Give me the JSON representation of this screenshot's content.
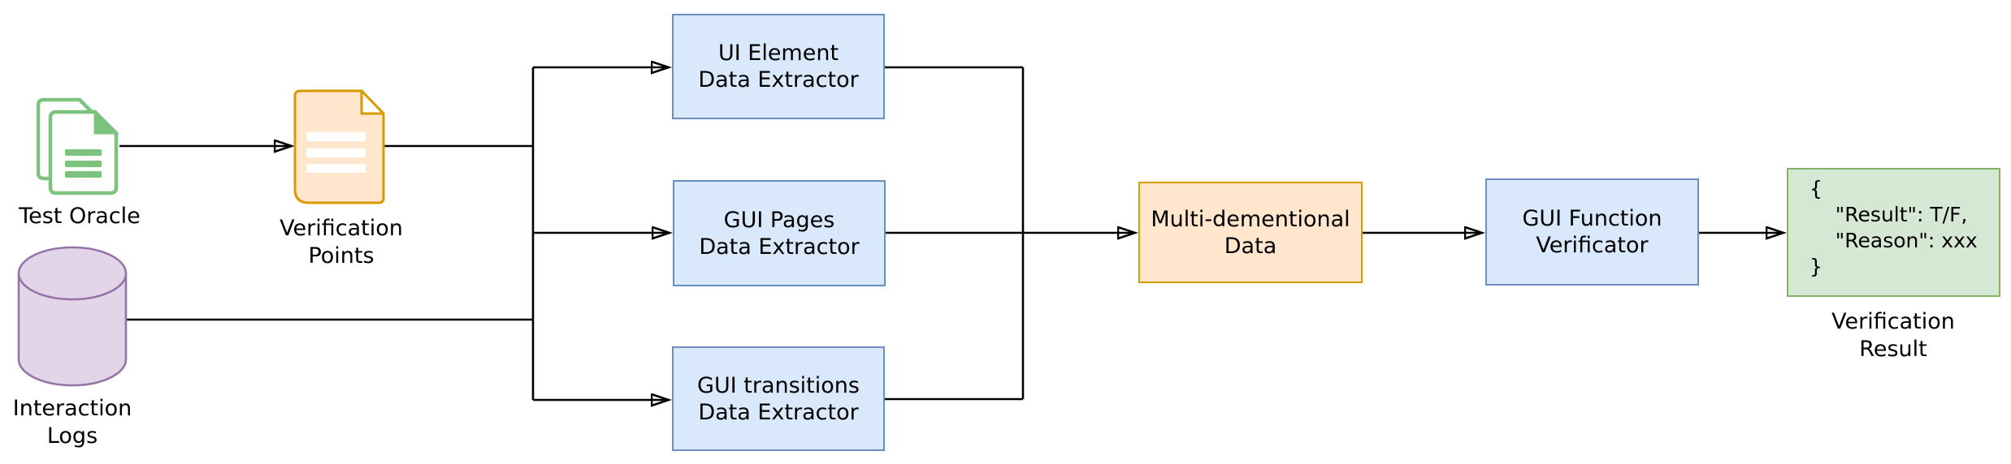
{
  "diagram": {
    "type": "flowchart",
    "nodes": {
      "test_oracle": {
        "label": "Test Oracle",
        "icon": "documents-icon",
        "color": "#7CC47E"
      },
      "verification_points": {
        "label": "Verification\nPoints",
        "icon": "note-document-icon",
        "color": "#D79B00"
      },
      "interaction_logs": {
        "label": "Interaction\nLogs",
        "icon": "database-cylinder-icon",
        "color": "#9673A6"
      },
      "ui_element_extractor": {
        "label": "UI Element\nData Extractor",
        "shape": "rect",
        "fill": "#DAE8FC",
        "stroke": "#6C8EBF"
      },
      "gui_pages_extractor": {
        "label": "GUI Pages\nData Extractor",
        "shape": "rect",
        "fill": "#DAE8FC",
        "stroke": "#6C8EBF"
      },
      "gui_transitions_extractor": {
        "label": "GUI transitions\nData Extractor",
        "shape": "rect",
        "fill": "#DAE8FC",
        "stroke": "#6C8EBF"
      },
      "multi_dimensional_data": {
        "label": "Multi-dementional\nData",
        "shape": "rect",
        "fill": "#FFE6CC",
        "stroke": "#D79B00"
      },
      "gui_function_verificator": {
        "label": "GUI Function\nVerificator",
        "shape": "rect",
        "fill": "#DAE8FC",
        "stroke": "#6C8EBF"
      },
      "verification_result": {
        "code": "{\n    \"Result\": T/F,\n    \"Reason\": xxx\n}",
        "label": "Verification\nResult",
        "shape": "rect",
        "fill": "#D5E8D4",
        "stroke": "#82B366"
      }
    },
    "edges": [
      {
        "from": "test_oracle",
        "to": "verification_points",
        "arrow": true
      },
      {
        "from": "verification_points",
        "to": "branch-split",
        "arrow": false
      },
      {
        "from": "interaction_logs",
        "to": "branch-split",
        "arrow": false
      },
      {
        "from": "branch-split",
        "to": "ui_element_extractor",
        "arrow": true
      },
      {
        "from": "branch-split",
        "to": "gui_pages_extractor",
        "arrow": true
      },
      {
        "from": "branch-split",
        "to": "gui_transitions_extractor",
        "arrow": true
      },
      {
        "from": "ui_element_extractor",
        "to": "merge-join",
        "arrow": false
      },
      {
        "from": "gui_transitions_extractor",
        "to": "merge-join",
        "arrow": false
      },
      {
        "from": "gui_pages_extractor",
        "to": "multi_dimensional_data",
        "arrow": true
      },
      {
        "from": "multi_dimensional_data",
        "to": "gui_function_verificator",
        "arrow": true
      },
      {
        "from": "gui_function_verificator",
        "to": "verification_result",
        "arrow": true
      }
    ],
    "colors": {
      "connector": "#000000",
      "blue_fill": "#DAE8FC",
      "blue_stroke": "#6C8EBF",
      "orange_fill": "#FFE6CC",
      "orange_stroke": "#D79B00",
      "green_fill": "#D5E8D4",
      "green_stroke": "#82B366",
      "purple_fill": "#E1D5E7",
      "purple_stroke": "#9673A6",
      "doc_green": "#7CC47E"
    }
  }
}
